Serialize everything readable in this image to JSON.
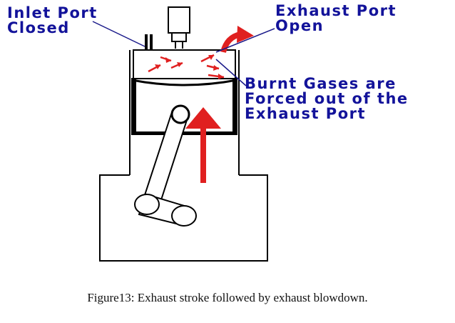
{
  "labels": {
    "inlet_port_line1": "Inlet Port",
    "inlet_port_line2": "Closed",
    "exhaust_port_line1": "Exhaust Port",
    "exhaust_port_line2": "Open",
    "burnt_gases_line1": "Burnt Gases are",
    "burnt_gases_line2": "Forced out of the",
    "burnt_gases_line3": "Exhaust Port"
  },
  "caption": "Figure13: Exhaust stroke followed by exhaust blowdown.",
  "colors": {
    "label_text": "#13139a",
    "arrow": "#e02020",
    "outline": "#000000",
    "caption_text": "#111111"
  }
}
